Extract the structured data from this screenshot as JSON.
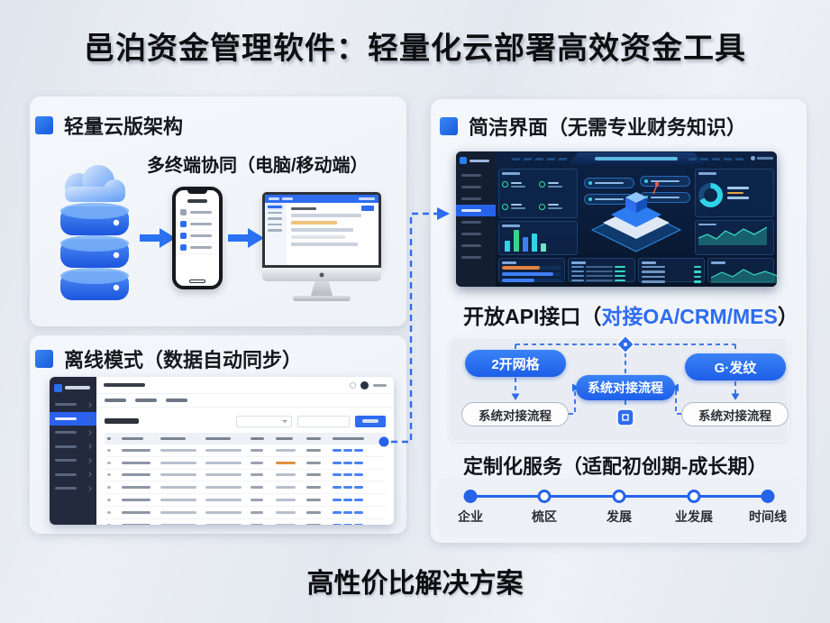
{
  "title": "邑泊资金管理软件：轻量化云部署高效资金工具",
  "footer": "高性价比解决方案",
  "colors": {
    "accent_blue": "#2563eb",
    "api_highlight_blue": "#2e6cf2",
    "dashboard_bg": "#0a1a33",
    "app_sidebar_bg": "#232a3e",
    "panel_bg": "#f2f6fa",
    "orange_accent": "#e0913e",
    "teal_accent": "#2ed3e8",
    "green_accent": "#2ee89b"
  },
  "left": {
    "architecture": {
      "header": "轻量云版架构",
      "subtitle": "多终端协同（电脑/移动端）",
      "icons": [
        "cloud-database-icon",
        "arrow-right-icon",
        "phone-mockup",
        "arrow-right-icon",
        "desktop-mockup"
      ]
    },
    "offline": {
      "header": "离线模式（数据自动同步）"
    }
  },
  "right": {
    "interface_header": "简洁界面（无需专业财务知识）",
    "api_prefix": "开放API接口（",
    "api_highlight": "对接OA/CRM/MES",
    "api_suffix": "）",
    "flow": {
      "node_top_left": "2开网格",
      "node_top_right": "G·发纹",
      "node_center": "系统对接流程",
      "node_bottom_left": "系统对接流程",
      "node_bottom_right": "系统对接流程"
    },
    "custom_header": "定制化服务（适配初创期-成长期）",
    "timeline": {
      "labels": [
        "企业",
        "梳区",
        "发展",
        "业发展",
        "时间线"
      ],
      "filled": [
        true,
        false,
        false,
        false,
        true
      ]
    }
  }
}
